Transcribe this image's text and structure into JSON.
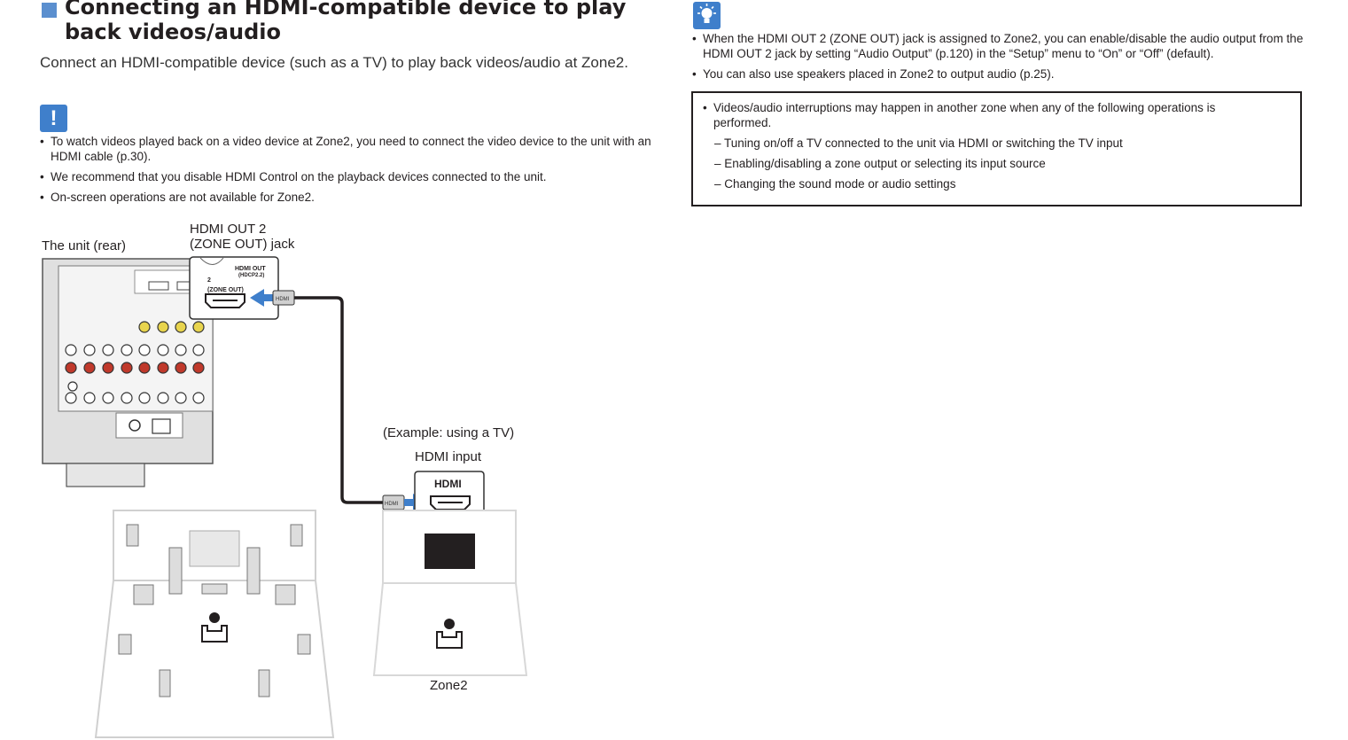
{
  "section": {
    "title": "Connecting an HDMI-compatible device to play back videos/audio",
    "intro": "Connect an HDMI-compatible device (such as a TV) to play back videos/audio at Zone2."
  },
  "notes": {
    "icon": "exclamation-icon",
    "items": [
      "To watch videos played back on a video device at Zone2, you need to connect the video device to the unit with an HDMI cable (p.30).",
      "We recommend that you disable HDMI Control on the playback devices connected to the unit.",
      "On-screen operations are not available for Zone2."
    ]
  },
  "tips": {
    "icon": "lightbulb-icon",
    "items": [
      "When the HDMI OUT 2 (ZONE OUT) jack is assigned to Zone2, you can enable/disable the audio output from the HDMI OUT 2 jack by setting “Audio Output” (p.120) in the “Setup” menu to “On” or “Off” (default).",
      "You can also use speakers placed in Zone2 to output audio (p.25)."
    ]
  },
  "caution": {
    "main": "Videos/audio interruptions may happen in another zone when any of the following operations is performed.",
    "subs": [
      "– Tuning on/off a TV connected to the unit via HDMI or switching the TV input",
      "– Enabling/disabling a zone output or selecting its input source",
      "– Changing the sound mode or audio settings"
    ]
  },
  "diagram": {
    "unit_label": "The unit (rear)",
    "jack_label_line1": "HDMI OUT 2",
    "jack_label_line2": "(ZONE OUT) jack",
    "jack_panel_title": "HDMI OUT",
    "jack_panel_sub": "(HDCP2.2)",
    "jack_number": "2",
    "jack_zone": "(ZONE OUT)",
    "plug_text": "HDMI",
    "example_label": "(Example: using a TV)",
    "tv_input_label": "HDMI input",
    "tv_port_title": "HDMI",
    "zone_label": "Zone2",
    "colors": {
      "accent_blue": "#3f7fcb",
      "cable": "#231f20",
      "room_line": "#d0d0d0"
    }
  }
}
